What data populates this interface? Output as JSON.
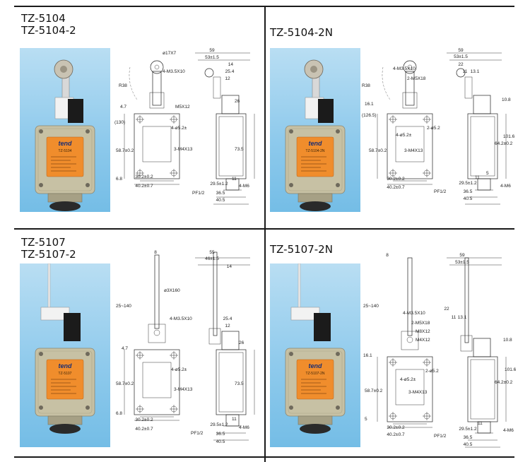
{
  "panels": [
    {
      "id": "tz5104",
      "titles": [
        "TZ-5104",
        "TZ-5104-2"
      ],
      "label": {
        "brand": "tend",
        "model": "TZ-5104"
      },
      "dims": [
        "59",
        "53±1.5",
        "14",
        "25.4",
        "12",
        "ø17X7",
        "4-M3.5X10",
        "R38",
        "M5X12",
        "26",
        "(130)",
        "4.7",
        "4-ø5.2±",
        "3-M4X13",
        "58.7±0.2",
        "73.5",
        "6.8",
        "30.2±0.2",
        "40.2±0.7",
        "11",
        "29.5±1.2",
        "4-M6",
        "PF1/2",
        "36.5",
        "40.5"
      ]
    },
    {
      "id": "tz5104-2n",
      "titles": [
        "TZ-5104-2N"
      ],
      "label": {
        "brand": "tend",
        "model": "TZ-5104-2N"
      },
      "dims": [
        "59",
        "53±1.5",
        "22",
        "11",
        "13.1",
        "4-M3.5X10",
        "2-M5X18",
        "R38",
        "10.8",
        "(126.5)",
        "16.1",
        "2-ø5.2",
        "4-ø5.2±",
        "3-M4X13",
        "58.7±0.2",
        "64.2±0.2",
        "101.6",
        "5",
        "30.2±0.2",
        "40.2±0.7",
        "11",
        "29.5±1.2",
        "4-M6",
        "PF1/2",
        "36.5",
        "40.5"
      ]
    },
    {
      "id": "tz5107",
      "titles": [
        "TZ-5107",
        "TZ-5107-2"
      ],
      "label": {
        "brand": "tend",
        "model": "TZ-5107"
      },
      "dims": [
        "8",
        "55",
        "46±1.5",
        "14",
        "ø3X160",
        "25~140",
        "4-M3.5X10",
        "25.4",
        "12",
        "26",
        "4.7",
        "4-ø5.2±",
        "3-M4X13",
        "58.7±0.2",
        "73.5",
        "6.8",
        "30.2±0.2",
        "40.2±0.7",
        "11",
        "29.5±1.2",
        "4-M6",
        "PF1/2",
        "36.5",
        "40.5"
      ]
    },
    {
      "id": "tz5107-2n",
      "titles": [
        "TZ-5107-2N"
      ],
      "label": {
        "brand": "tend",
        "model": "TZ-5107-2N"
      },
      "dims": [
        "8",
        "59",
        "53±1.5",
        "25~140",
        "4-M3.5X10",
        "2-M5X18",
        "M8X12",
        "M4X12",
        "22",
        "11",
        "13.1",
        "10.8",
        "16.1",
        "2-ø5.2",
        "4-ø5.2±",
        "3-M4X13",
        "58.7±0.2",
        "64.2±0.2",
        "101.6",
        "5",
        "30.2±0.2",
        "40.2±0.7",
        "11",
        "29.5±1.2",
        "4-M6",
        "PF1/2",
        "36.5",
        "40.5"
      ]
    }
  ]
}
